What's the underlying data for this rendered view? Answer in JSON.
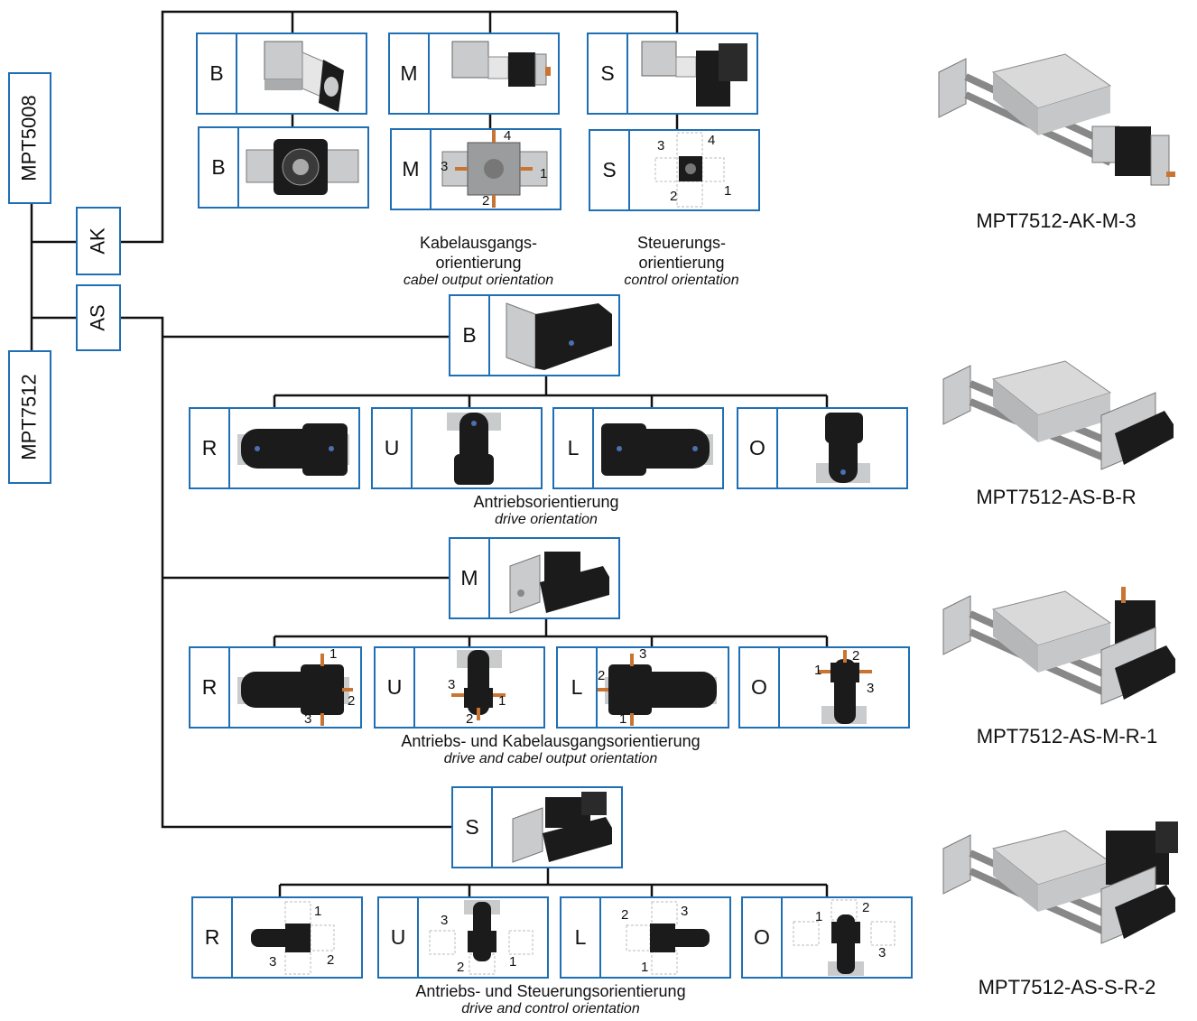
{
  "roots": {
    "mpt5008": "MPT5008",
    "mpt7512": "MPT7512"
  },
  "branches": {
    "ak": "AK",
    "as": "AS"
  },
  "ak": {
    "top": [
      "B",
      "M",
      "S"
    ],
    "bottom": [
      "B",
      "M",
      "S"
    ],
    "m_numbers": [
      "4",
      "3",
      "1",
      "2"
    ],
    "s_numbers": [
      "3",
      "4",
      "2",
      "1"
    ],
    "caption_m_de": "Kabelausgangs-\norientierung",
    "caption_m_en": "cabel output orientation",
    "caption_s_de": "Steuerungs-\norientierung",
    "caption_s_en": "control orientation"
  },
  "as": {
    "b_label": "B",
    "m_label": "M",
    "s_label": "S",
    "orientations": [
      "R",
      "U",
      "L",
      "O"
    ],
    "caption_b_de": "Antriebsorientierung",
    "caption_b_en": "drive orientation",
    "caption_m_de": "Antriebs- und Kabelausgangsorientierung",
    "caption_m_en": "drive and cabel output orientation",
    "caption_s_de": "Antriebs- und Steuerungsorientierung",
    "caption_s_en": "drive and control orientation",
    "m_numbers": {
      "R": [
        "1",
        "2",
        "3"
      ],
      "U": [
        "3",
        "1",
        "2"
      ],
      "L": [
        "3",
        "2",
        "1"
      ],
      "O": [
        "2",
        "1",
        "3"
      ]
    },
    "s_numbers": {
      "R": [
        "1",
        "3",
        "2"
      ],
      "U": [
        "3",
        "1",
        "2"
      ],
      "L": [
        "2",
        "3",
        "1"
      ],
      "O": [
        "2",
        "1",
        "3"
      ]
    }
  },
  "products": [
    "MPT7512-AK-M-3",
    "MPT7512-AS-B-R",
    "MPT7512-AS-M-R-1",
    "MPT7512-AS-S-R-2"
  ],
  "colors": {
    "box_border": "#1f6fb5",
    "line": "#111111",
    "cable": "#c87533",
    "metal": "#c9cbcc",
    "dark": "#1b1b1b"
  }
}
